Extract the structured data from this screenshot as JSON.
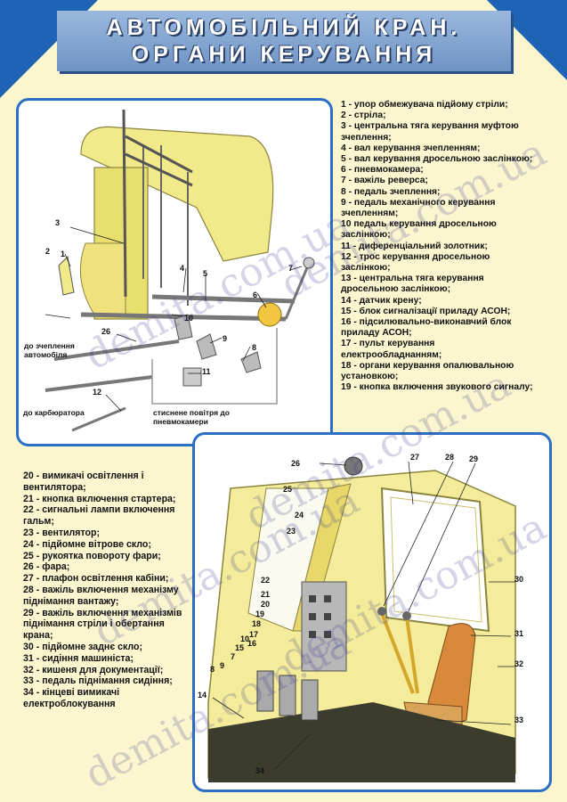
{
  "title": {
    "line1": "Автомобільний кран.",
    "line2": "Органи керування"
  },
  "legend_top": [
    "1 - упор обмежувача підйому стріли;",
    "2 - стріла;",
    "3 - центральна тяга керування муфтою зчеплення;",
    "4 - вал керування зчепленням;",
    "5 - вал керування дросельною заслінкою;",
    "6 - пневмокамера;",
    "7 - важіль реверса;",
    "8 - педаль зчеплення;",
    "9 - педаль механічного керування зчепленням;",
    "10 педаль керування дросельною заслінкою;",
    "11 - диференціальний золотник;",
    "12 - трос керування дросельною заслінкою;",
    "13 - центральна тяга керування дросельною заслінкою;",
    "14 - датчик крену;",
    "15 - блок сигналізації приладу АСОН;",
    "16 - підсилювально-виконавчий блок приладу АСОН;",
    "17 - пульт керування електрообладнанням;",
    "18 - органи керування опалювальною установкою;",
    "19 - кнопка включення звукового сигналу;"
  ],
  "legend_bottom": [
    "20 - вимикачі освітлення і вентилятора;",
    "21 - кнопка включення стартера;",
    "22 - сигнальні лампи включення гальм;",
    "23 - вентилятор;",
    "24 - підйомне вітрове скло;",
    "25 - рукоятка повороту фари;",
    "26 - фара;",
    "27 - плафон освітлення кабіни;",
    "28 - важіль включення механізму піднімання вантажу;",
    "29 - важіль включення механізмів піднімання стріли і обертання крана;",
    "30 - підйомне заднє скло;",
    "31 - сидіння машиніста;",
    "32 - кишеня для документації;",
    "33 - педаль піднімання сидіння;",
    "34 - кінцеві вимикачі електроблокування"
  ],
  "notes": {
    "clutch": "до зчеплення автомобіля",
    "carb": "до карбюратора",
    "air": "стиснене повітря до пневмокамери"
  },
  "top_numbers": [
    "1",
    "2",
    "3",
    "4",
    "5",
    "6",
    "7",
    "8",
    "9",
    "10",
    "11",
    "12",
    "26"
  ],
  "bottom_numbers": [
    "26",
    "27",
    "28",
    "29",
    "25",
    "24",
    "23",
    "30",
    "22",
    "21",
    "20",
    "19",
    "18",
    "17",
    "16",
    "15",
    "10",
    "7",
    "9",
    "8",
    "31",
    "32",
    "14",
    "33",
    "34"
  ],
  "watermark": "demita.com.ua"
}
